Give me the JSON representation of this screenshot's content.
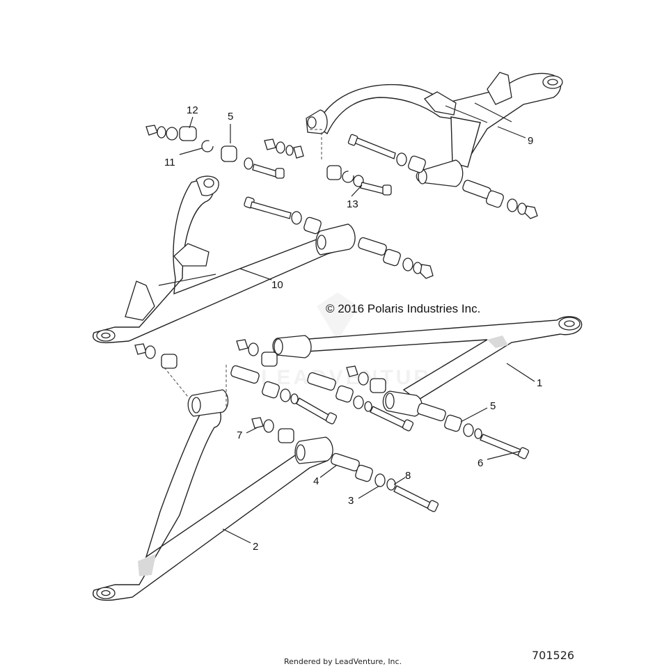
{
  "copyright": "© 2016 Polaris Industries Inc.",
  "watermark": "LEADVENTURE",
  "rendered_by": "Rendered by LeadVenture, Inc.",
  "diagram_id": "701526",
  "callouts": [
    {
      "id": "c12",
      "text": "12"
    },
    {
      "id": "c5a",
      "text": "5"
    },
    {
      "id": "c11",
      "text": "11"
    },
    {
      "id": "c9",
      "text": "9"
    },
    {
      "id": "c13",
      "text": "13"
    },
    {
      "id": "c10",
      "text": "10"
    },
    {
      "id": "c1",
      "text": "1"
    },
    {
      "id": "c5b",
      "text": "5"
    },
    {
      "id": "c7",
      "text": "7"
    },
    {
      "id": "c6",
      "text": "6"
    },
    {
      "id": "c8",
      "text": "8"
    },
    {
      "id": "c4",
      "text": "4"
    },
    {
      "id": "c3",
      "text": "3"
    },
    {
      "id": "c2",
      "text": "2"
    }
  ]
}
